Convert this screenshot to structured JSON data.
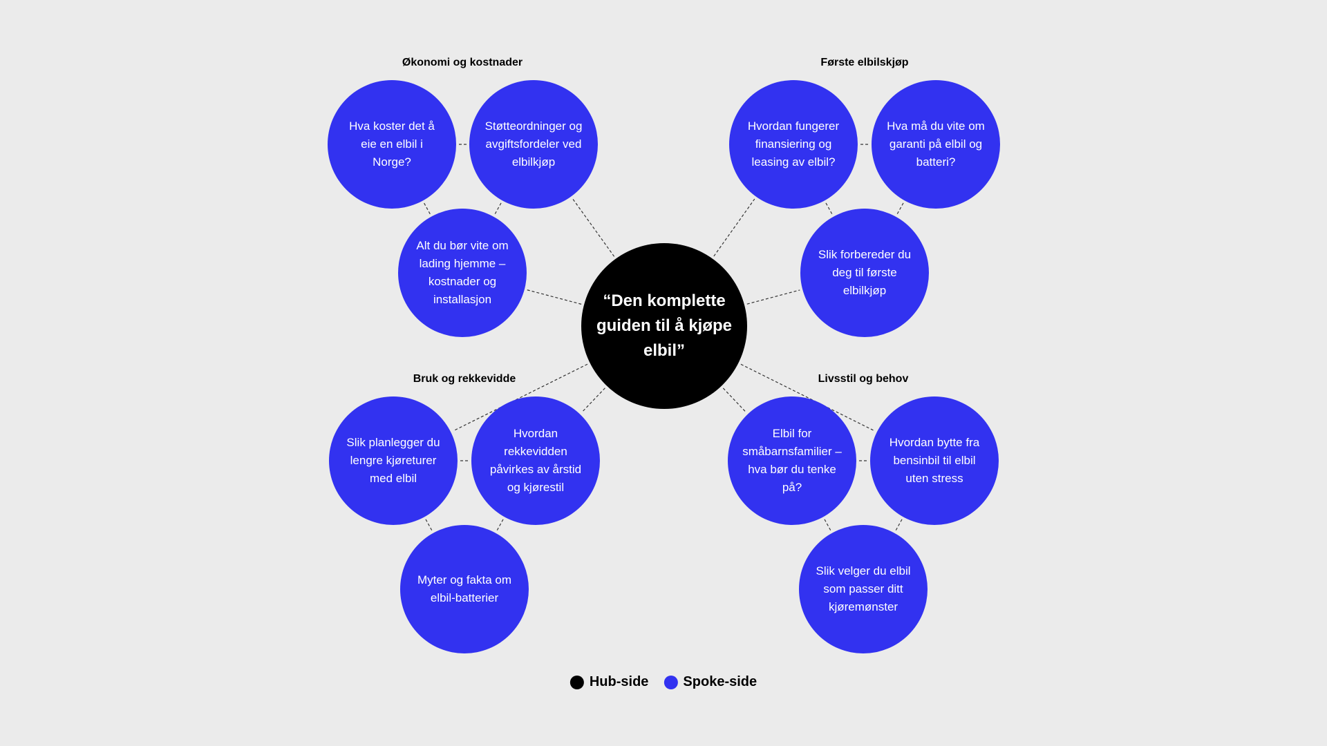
{
  "colors": {
    "background": "#ebebeb",
    "hub": "#000000",
    "spoke": "#3232f0",
    "link": "#333333"
  },
  "hub": {
    "label": "“Den komplette guiden til å kjøpe elbil”"
  },
  "clusters": [
    {
      "title": "Økonomi og kostnader",
      "spokes": [
        "Hva koster det å eie en elbil i Norge?",
        "Støtteordninger og avgiftsfordeler ved elbilkjøp",
        "Alt du bør vite om lading hjemme – kostnader og installasjon"
      ]
    },
    {
      "title": "Første elbilskjøp",
      "spokes": [
        "Hvordan fungerer finansiering og leasing av elbil?",
        "Hva må du vite om garanti på elbil og batteri?",
        "Slik forbereder du deg til første elbilkjøp"
      ]
    },
    {
      "title": "Bruk og rekkevidde",
      "spokes": [
        "Slik planlegger du lengre kjøreturer med elbil",
        "Hvordan rekkevidden påvirkes av årstid og kjørestil",
        "Myter og fakta om elbil-batterier"
      ]
    },
    {
      "title": "Livsstil og behov",
      "spokes": [
        "Elbil for småbarnsfamilier – hva bør du tenke på?",
        "Hvordan bytte fra bensinbil til elbil uten stress",
        "Slik velger du elbil som passer ditt kjøremønster"
      ]
    }
  ],
  "legend": [
    {
      "label": "Hub-side",
      "color": "#000000"
    },
    {
      "label": "Spoke-side",
      "color": "#3232f0"
    }
  ]
}
